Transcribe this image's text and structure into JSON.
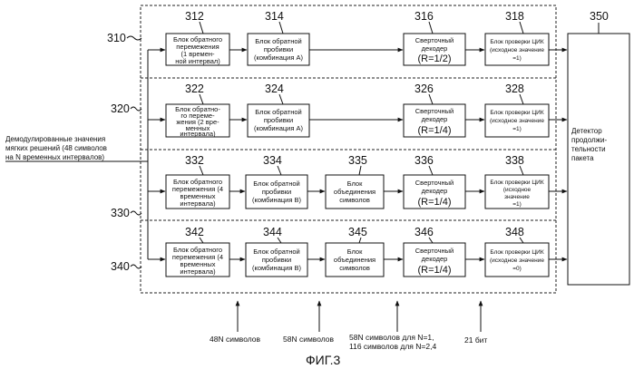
{
  "rows": [
    {
      "label": "310",
      "blocks": [
        {
          "num": "312",
          "lines": [
            "Блок обратного",
            "перемежения",
            "(1 времен-",
            "ной интервал)"
          ]
        },
        {
          "num": "314",
          "lines": [
            "Блок обратной",
            "пробивки",
            "(комбинация A)"
          ]
        },
        {
          "num": "316",
          "lines": [
            "Сверточный",
            "декодер"
          ],
          "rate": "(R=1/2)"
        },
        {
          "num": "318",
          "lines": [
            "Блок проверки ЦИК",
            "(исходное значение",
            "=1)"
          ]
        }
      ]
    },
    {
      "label": "320",
      "blocks": [
        {
          "num": "322",
          "lines": [
            "Блок обратно-",
            "го переме-",
            "жения (2 вре-",
            "менных",
            "интервала)"
          ]
        },
        {
          "num": "324",
          "lines": [
            "Блок обратной",
            "пробивки",
            "(комбинация A)"
          ]
        },
        {
          "num": "326",
          "lines": [
            "Сверточный",
            "декодер"
          ],
          "rate": "(R=1/4)"
        },
        {
          "num": "328",
          "lines": [
            "Блок проверки ЦИК",
            "(исходное значение",
            "=1)"
          ]
        }
      ]
    },
    {
      "label": "330",
      "blocks": [
        {
          "num": "332",
          "lines": [
            "Блок обратного",
            "перемежения (4",
            "временных",
            "интервала)"
          ]
        },
        {
          "num": "334",
          "lines": [
            "Блок обратной",
            "пробивки",
            "(комбинация B)"
          ]
        },
        {
          "num": "335",
          "lines": [
            "Блок",
            "объединения",
            "символов"
          ]
        },
        {
          "num": "336",
          "lines": [
            "Сверточный",
            "декодер"
          ],
          "rate": "(R=1/4)"
        },
        {
          "num": "338",
          "lines": [
            "Блок проверки ЦИК",
            "(исходное",
            "значение",
            "=1)"
          ]
        }
      ]
    },
    {
      "label": "340",
      "blocks": [
        {
          "num": "342",
          "lines": [
            "Блок обратного",
            "перемежения (4",
            "временных",
            "интервала)"
          ]
        },
        {
          "num": "344",
          "lines": [
            "Блок обратной",
            "пробивки",
            "(комбинация B)"
          ]
        },
        {
          "num": "345",
          "lines": [
            "Блок",
            "объединения",
            "символов"
          ]
        },
        {
          "num": "346",
          "lines": [
            "Сверточный",
            "декодер"
          ],
          "rate": "(R=1/4)"
        },
        {
          "num": "348",
          "lines": [
            "Блок проверки ЦИК",
            "(исходное значение",
            "=0)"
          ]
        }
      ]
    }
  ],
  "detector": {
    "num": "350",
    "lines": [
      "Детектор",
      "продолжи-",
      "тельности",
      "пакета"
    ]
  },
  "input": {
    "lines": [
      "Демодулированные значения",
      "мягких решений (48 символов",
      "на N временных интервалов)"
    ]
  },
  "bottom": {
    "b1": [
      "48N символов"
    ],
    "b2": [
      "58N символов"
    ],
    "b3": [
      "58N символов для N=1,",
      "116  символов  для N=2,4"
    ],
    "b4": [
      "21 бит"
    ]
  },
  "caption": "ФИГ.3"
}
